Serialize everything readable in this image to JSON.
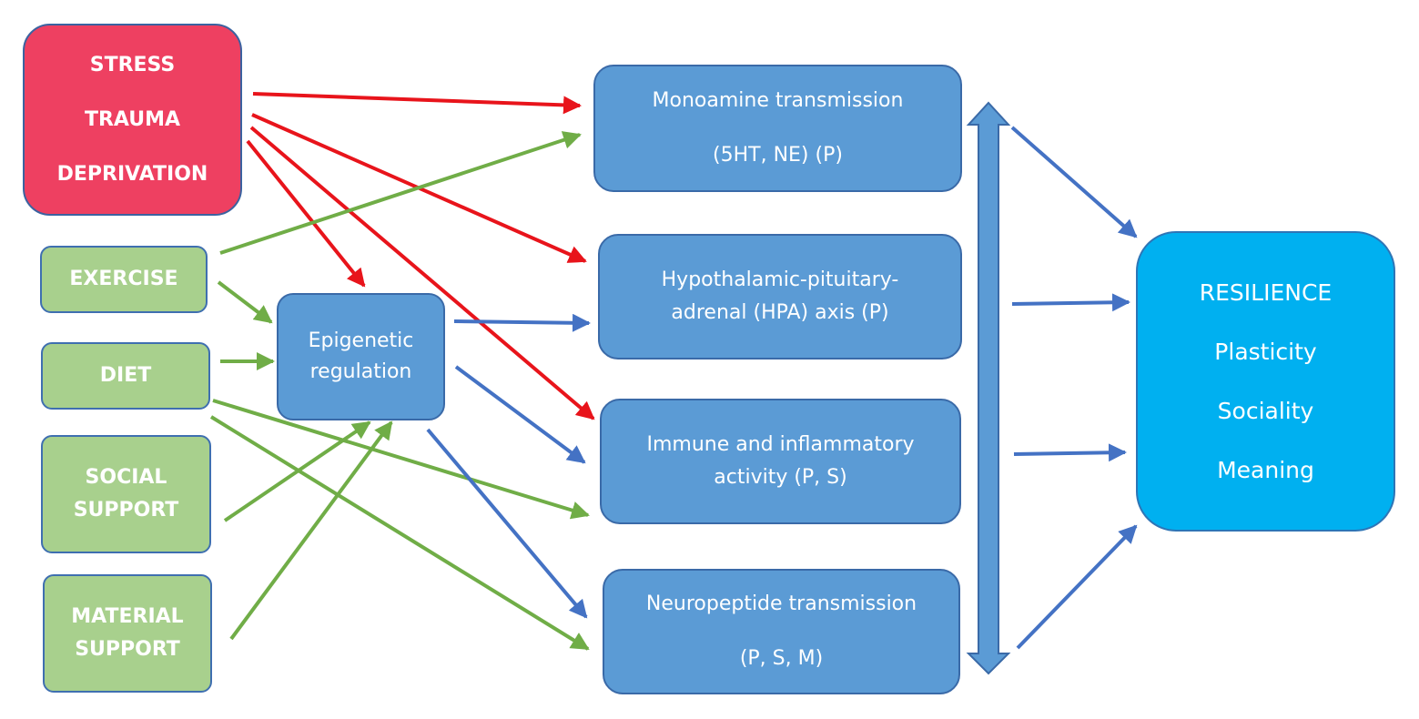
{
  "stressors": [
    "STRESS",
    "TRAUMA",
    "DEPRIVATION"
  ],
  "factors": {
    "exercise": "EXERCISE",
    "diet": "DIET",
    "social": [
      "SOCIAL",
      "SUPPORT"
    ],
    "material": [
      "MATERIAL",
      "SUPPORT"
    ]
  },
  "epigenetic": [
    "Epigenetic",
    "regulation"
  ],
  "mechanisms": {
    "monoamine": [
      "Monoamine transmission",
      "(5HT, NE) (P)"
    ],
    "hpa": [
      "Hypothalamic-pituitary-",
      "adrenal (HPA) axis (P)"
    ],
    "immune": [
      "Immune and inflammatory",
      "activity (P, S)"
    ],
    "neuropeptide": [
      "Neuropeptide transmission",
      "(P, S, M)"
    ]
  },
  "resilience": [
    "RESILIENCE",
    "Plasticity",
    "Sociality",
    "Meaning"
  ],
  "colors": {
    "stress_fill": "#ee4061",
    "factor_fill": "#a8d08d",
    "mechanism_fill": "#5b9bd5",
    "resilience_fill": "#00b0f0",
    "red_arrow": "#e8141b",
    "green_arrow": "#70ad47",
    "blue_arrow": "#4472c4",
    "double_arrow": "#5b9bd5"
  }
}
